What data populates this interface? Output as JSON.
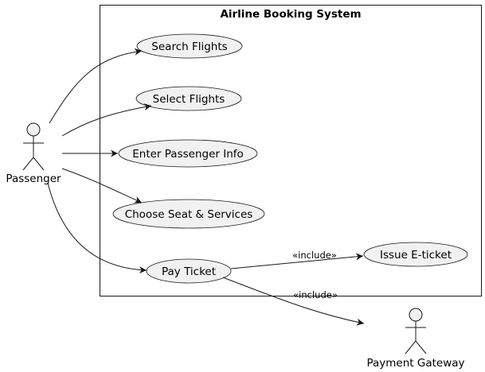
{
  "diagram": {
    "system_title": "Airline Booking System",
    "actors": {
      "passenger": "Passenger",
      "payment_gateway": "Payment Gateway"
    },
    "use_cases": {
      "search_flights": "Search Flights",
      "select_flights": "Select Flights",
      "enter_passenger_info": "Enter Passenger Info",
      "choose_seat_services": "Choose Seat & Services",
      "pay_ticket": "Pay Ticket",
      "issue_eticket": "Issue E-ticket"
    },
    "relations": {
      "include_issue": "«include»",
      "include_gateway": "«include»"
    },
    "colors": {
      "fill": "#f1f1f1",
      "stroke": "#181818",
      "background": "#ffffff"
    }
  }
}
